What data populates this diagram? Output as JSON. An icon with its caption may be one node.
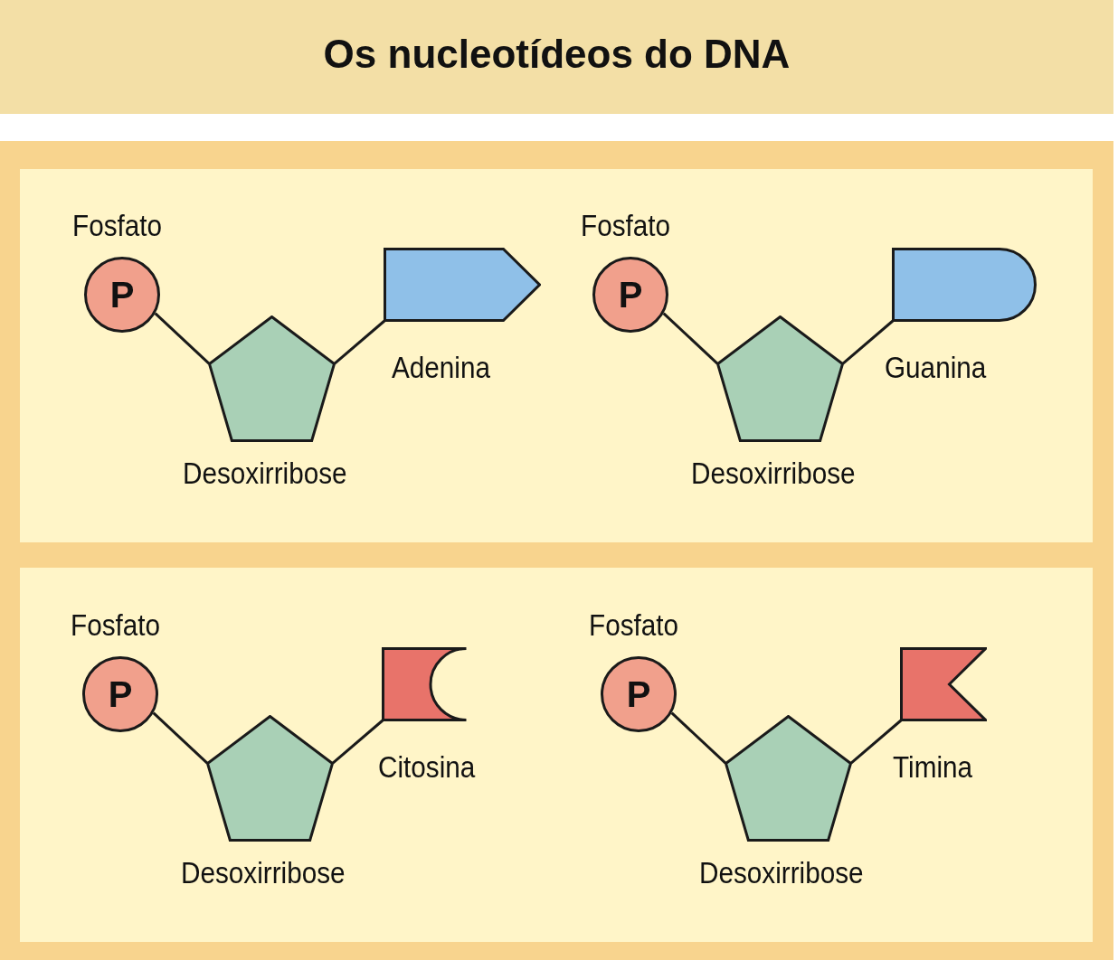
{
  "diagram": {
    "title": "Os nucleotídeos do DNA",
    "nodes": [
      {
        "text": [],
        "shape": "box"
      },
      {
        "text": [
          "P"
        ],
        "in": 0,
        "beside": [
          "Fosfato"
        ]
      },
      {
        "text": [],
        "shape": "pentagon",
        "in": 0,
        "beside": [
          "Desoxirribose"
        ]
      },
      {
        "text": [],
        "shape": "arrow",
        "in": 0,
        "beside": [
          "Adenina"
        ]
      },
      {
        "text": [
          "P"
        ],
        "in": 0,
        "beside": [
          "Fosfato"
        ]
      },
      {
        "text": [],
        "shape": "pentagon",
        "in": 0,
        "beside": [
          "Desoxirribose"
        ]
      },
      {
        "text": [],
        "shape": "rounded",
        "in": 0,
        "beside": [
          "Guanina"
        ]
      },
      {
        "text": [],
        "shape": "box"
      },
      {
        "text": [
          "P"
        ],
        "in": 7,
        "beside": [
          "Fosfato"
        ]
      },
      {
        "text": [],
        "shape": "pentagon",
        "in": 7,
        "beside": [
          "Desoxirribose"
        ]
      },
      {
        "text": [],
        "shape": "hollow",
        "in": 7,
        "beside": [
          "Citosina"
        ]
      },
      {
        "text": [
          "P"
        ],
        "in": 7,
        "beside": [
          "Fosfato"
        ]
      },
      {
        "text": [],
        "shape": "pentagon",
        "in": 7,
        "beside": [
          "Desoxirribose"
        ]
      },
      {
        "text": [],
        "shape": "notch",
        "in": 7,
        "beside": [
          "Timina"
        ]
      }
    ],
    "edges": [
      {
        "from": 1,
        "to": 2,
        "arrow": "none"
      },
      {
        "from": 2,
        "to": 3,
        "arrow": "none"
      },
      {
        "from": 4,
        "to": 5,
        "arrow": "none"
      },
      {
        "from": 5,
        "to": 6,
        "arrow": "none"
      },
      {
        "from": 8,
        "to": 9,
        "arrow": "none"
      },
      {
        "from": 9,
        "to": 10,
        "arrow": "none"
      },
      {
        "from": 11,
        "to": 12,
        "arrow": "none"
      },
      {
        "from": 12,
        "to": 13,
        "arrow": "none"
      }
    ]
  }
}
